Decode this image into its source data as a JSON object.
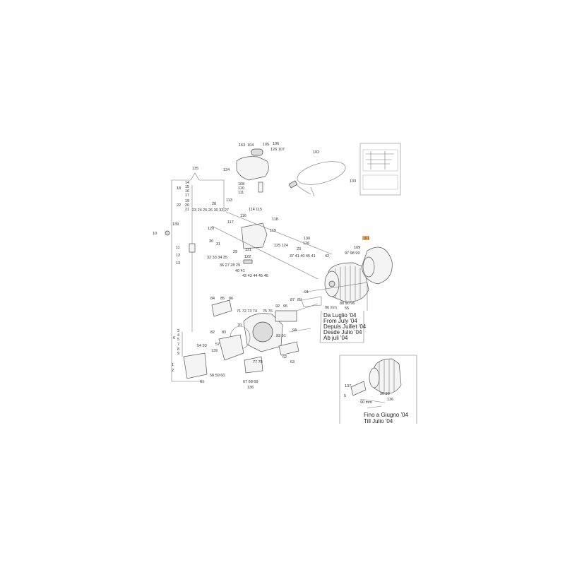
{
  "diagram": {
    "highlight_color": "#f0a050",
    "highlighted_part": "101",
    "part_labels": [
      "163",
      "104",
      "105",
      "106",
      "126 107",
      "134",
      "102",
      "133",
      "135",
      "14",
      "15",
      "16",
      "17",
      "18",
      "19",
      "20",
      "21",
      "22",
      "28",
      "23 24 25 26 30 32 27",
      "139",
      "10",
      "120",
      "30",
      "31",
      "11",
      "12",
      "13",
      "108",
      "110",
      "111",
      "113",
      "116",
      "114 115",
      "117",
      "118",
      "119",
      "130",
      "126",
      "121",
      "125 124",
      "122",
      "29",
      "32 33 34 35",
      "36 27 28 29",
      "40 41",
      "42 43 44 45 46",
      "37 41 40 45 41",
      "42",
      "23",
      "109",
      "97 98 99",
      "91",
      "87",
      "89",
      "88 90 96",
      "55",
      "84",
      "85",
      "86",
      "71 72 73 74",
      "75 76",
      "92",
      "95",
      "70",
      "82",
      "83",
      "94",
      "93 91",
      "3",
      "4",
      "5",
      "6",
      "7",
      "8",
      "9",
      "54 53",
      "139",
      "57",
      "1",
      "2",
      "58 59 60",
      "61",
      "77 78",
      "62",
      "63",
      "67 68 69",
      "136",
      "137",
      "5",
      "90 93",
      "136"
    ],
    "measure_main": "96 mm",
    "measure_inset": "90 mm",
    "from_notes": [
      "Da Luglio '04",
      "From July '04",
      "Depuis Juillet '04",
      "Desde Julio '04",
      "Ab juli '04"
    ],
    "till_notes": [
      "Fino a Giugno '04",
      "Till Julio '04"
    ]
  }
}
